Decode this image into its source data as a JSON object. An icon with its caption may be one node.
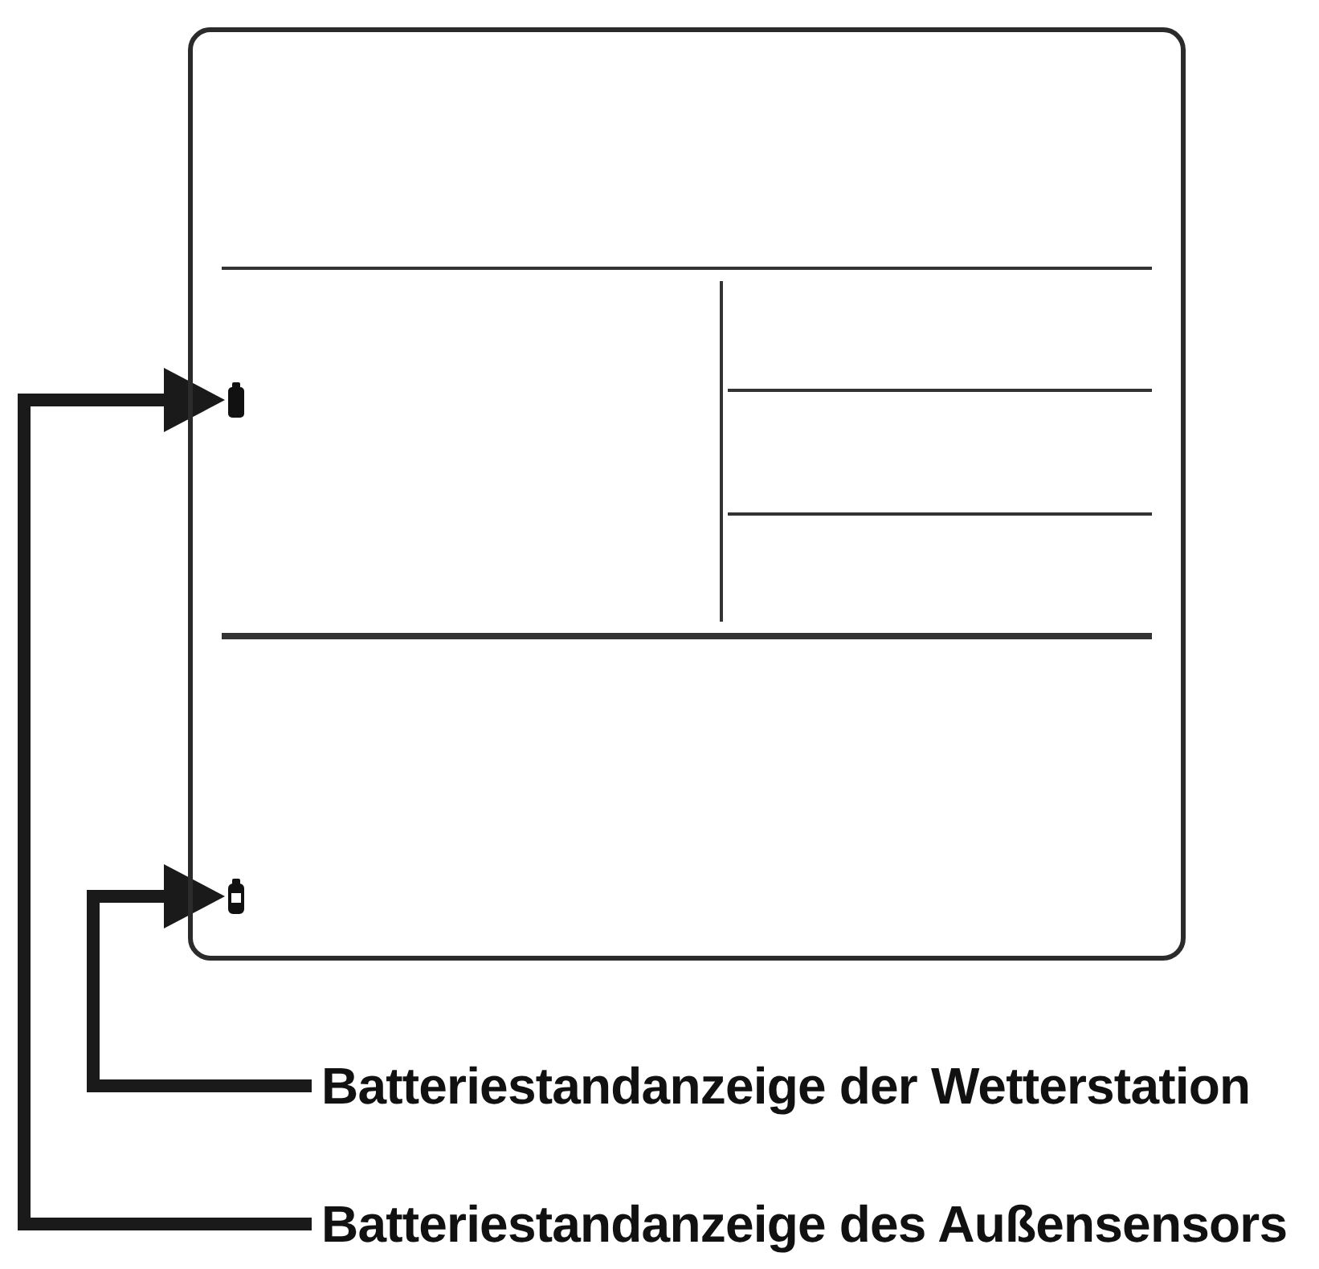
{
  "diagram": {
    "nodes": [
      {
        "text": [],
        "shape": "box"
      },
      {
        "text": [],
        "shape": "battery",
        "in": 0
      },
      {
        "text": [],
        "shape": "battery",
        "in": 0
      },
      {
        "text": [
          "Batteriestandanzeige der Wetterstation"
        ]
      },
      {
        "text": [
          "Batteriestandanzeige des Außensensors"
        ]
      }
    ],
    "edges": [
      {
        "from": 3,
        "to": 2,
        "arrow": "to"
      },
      {
        "from": 4,
        "to": 1,
        "arrow": "to"
      }
    ]
  }
}
